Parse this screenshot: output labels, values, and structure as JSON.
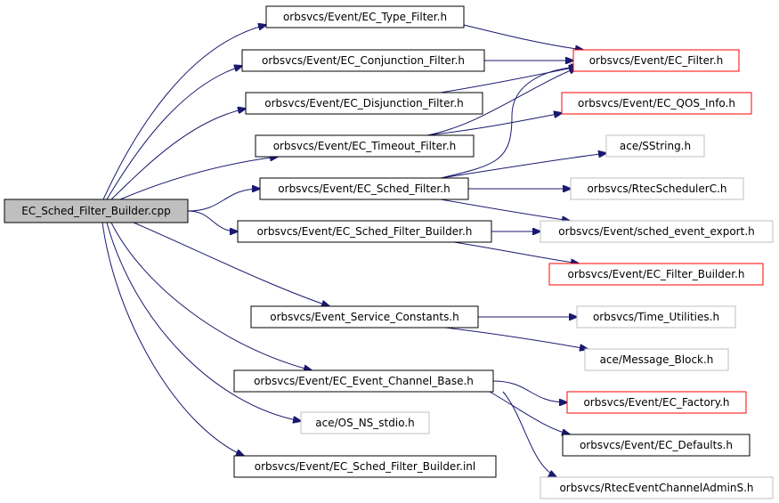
{
  "colors": {
    "edge": "#191970",
    "root_fill": "#bfbfbf",
    "border_black": "#000000",
    "border_red": "#ff0000",
    "border_gray": "#bfbfbf"
  },
  "graph": {
    "root": {
      "id": "root",
      "label": "EC_Sched_Filter_Builder.cpp",
      "style": "root"
    },
    "nodes": [
      {
        "id": "type_filter",
        "label": "orbsvcs/Event/EC_Type_Filter.h",
        "style": "black"
      },
      {
        "id": "conj_filter",
        "label": "orbsvcs/Event/EC_Conjunction_Filter.h",
        "style": "black"
      },
      {
        "id": "disj_filter",
        "label": "orbsvcs/Event/EC_Disjunction_Filter.h",
        "style": "black"
      },
      {
        "id": "timeout_filter",
        "label": "orbsvcs/Event/EC_Timeout_Filter.h",
        "style": "black"
      },
      {
        "id": "sched_filter",
        "label": "orbsvcs/Event/EC_Sched_Filter.h",
        "style": "black"
      },
      {
        "id": "sched_filter_builder_h",
        "label": "orbsvcs/Event/EC_Sched_Filter_Builder.h",
        "style": "black"
      },
      {
        "id": "service_constants",
        "label": "orbsvcs/Event_Service_Constants.h",
        "style": "black"
      },
      {
        "id": "event_channel_base",
        "label": "orbsvcs/Event/EC_Event_Channel_Base.h",
        "style": "black"
      },
      {
        "id": "os_ns_stdio",
        "label": "ace/OS_NS_stdio.h",
        "style": "gray"
      },
      {
        "id": "sched_filter_builder_inl",
        "label": "orbsvcs/Event/EC_Sched_Filter_Builder.inl",
        "style": "black"
      },
      {
        "id": "ec_filter",
        "label": "orbsvcs/Event/EC_Filter.h",
        "style": "red"
      },
      {
        "id": "ec_qos_info",
        "label": "orbsvcs/Event/EC_QOS_Info.h",
        "style": "red"
      },
      {
        "id": "sstring",
        "label": "ace/SString.h",
        "style": "gray"
      },
      {
        "id": "rtec_scheduler",
        "label": "orbsvcs/RtecSchedulerC.h",
        "style": "gray"
      },
      {
        "id": "sched_event_export",
        "label": "orbsvcs/Event/sched_event_export.h",
        "style": "gray"
      },
      {
        "id": "ec_filter_builder",
        "label": "orbsvcs/Event/EC_Filter_Builder.h",
        "style": "red"
      },
      {
        "id": "time_utilities",
        "label": "orbsvcs/Time_Utilities.h",
        "style": "gray"
      },
      {
        "id": "message_block",
        "label": "ace/Message_Block.h",
        "style": "gray"
      },
      {
        "id": "ec_factory",
        "label": "orbsvcs/Event/EC_Factory.h",
        "style": "red"
      },
      {
        "id": "ec_defaults",
        "label": "orbsvcs/Event/EC_Defaults.h",
        "style": "black"
      },
      {
        "id": "rtec_admin",
        "label": "orbsvcs/RtecEventChannelAdminS.h",
        "style": "gray"
      }
    ],
    "edges": [
      {
        "from": "root",
        "to": "type_filter"
      },
      {
        "from": "root",
        "to": "conj_filter"
      },
      {
        "from": "root",
        "to": "disj_filter"
      },
      {
        "from": "root",
        "to": "timeout_filter"
      },
      {
        "from": "root",
        "to": "sched_filter"
      },
      {
        "from": "root",
        "to": "sched_filter_builder_h"
      },
      {
        "from": "root",
        "to": "service_constants"
      },
      {
        "from": "root",
        "to": "event_channel_base"
      },
      {
        "from": "root",
        "to": "os_ns_stdio"
      },
      {
        "from": "root",
        "to": "sched_filter_builder_inl"
      },
      {
        "from": "type_filter",
        "to": "ec_filter"
      },
      {
        "from": "conj_filter",
        "to": "ec_filter"
      },
      {
        "from": "disj_filter",
        "to": "ec_filter"
      },
      {
        "from": "timeout_filter",
        "to": "ec_filter"
      },
      {
        "from": "timeout_filter",
        "to": "ec_qos_info"
      },
      {
        "from": "sched_filter",
        "to": "ec_filter"
      },
      {
        "from": "sched_filter",
        "to": "sstring"
      },
      {
        "from": "sched_filter",
        "to": "rtec_scheduler"
      },
      {
        "from": "sched_filter",
        "to": "sched_event_export"
      },
      {
        "from": "sched_filter_builder_h",
        "to": "sched_event_export"
      },
      {
        "from": "sched_filter_builder_h",
        "to": "ec_filter_builder"
      },
      {
        "from": "service_constants",
        "to": "time_utilities"
      },
      {
        "from": "service_constants",
        "to": "message_block"
      },
      {
        "from": "event_channel_base",
        "to": "ec_factory"
      },
      {
        "from": "event_channel_base",
        "to": "ec_defaults"
      },
      {
        "from": "event_channel_base",
        "to": "rtec_admin"
      }
    ]
  }
}
